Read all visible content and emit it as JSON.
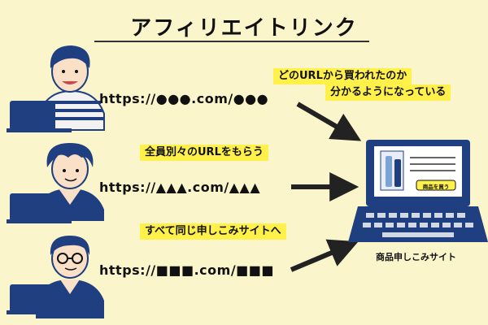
{
  "title": "アフィリエイトリンク",
  "urls": [
    "https://●●●.com/●●●",
    "https://▲▲▲.com/▲▲▲",
    "https://■■■.com/■■■"
  ],
  "notes": {
    "tracking_line1": "どのURLから買われたのか",
    "tracking_line2": "分かるようになっている",
    "unique_url": "全員別々のURLをもらう",
    "same_site": "すべて同じ申しこみサイトへ"
  },
  "site": {
    "caption": "商品申しこみサイト",
    "buy_button": "商品を買う"
  },
  "colors": {
    "background": "#fbf5cb",
    "navy": "#1f3f80",
    "highlight": "#fff04a",
    "skin": "#fbe0c8"
  }
}
